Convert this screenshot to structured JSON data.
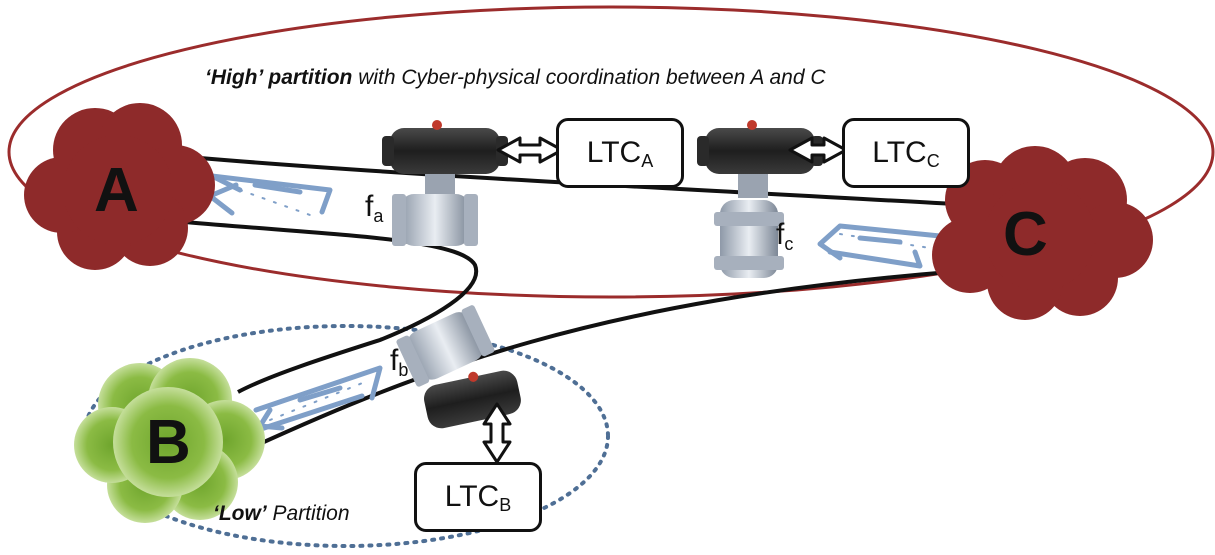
{
  "high_partition": {
    "title_bold": "‘High’ partition",
    "title_rest": " with Cyber-physical coordination between A and C"
  },
  "low_partition": {
    "title_bold": "‘Low’",
    "title_rest": " Partition"
  },
  "nodes": {
    "a": "A",
    "b": "B",
    "c": "C"
  },
  "controllers": {
    "a": {
      "base": "LTC",
      "sub": "A"
    },
    "b": {
      "base": "LTC",
      "sub": "B"
    },
    "c": {
      "base": "LTC",
      "sub": "C"
    }
  },
  "flows": {
    "a": {
      "base": "f",
      "sub": "a"
    },
    "b": {
      "base": "f",
      "sub": "b"
    },
    "c": {
      "base": "f",
      "sub": "c"
    }
  },
  "colors": {
    "high_ellipse": "#9b2c2c",
    "node_red": "#8e2a2a",
    "node_green": "#8bbb44",
    "low_ellipse": "#4f6f95",
    "flow_arrow": "#7f9fc8"
  }
}
